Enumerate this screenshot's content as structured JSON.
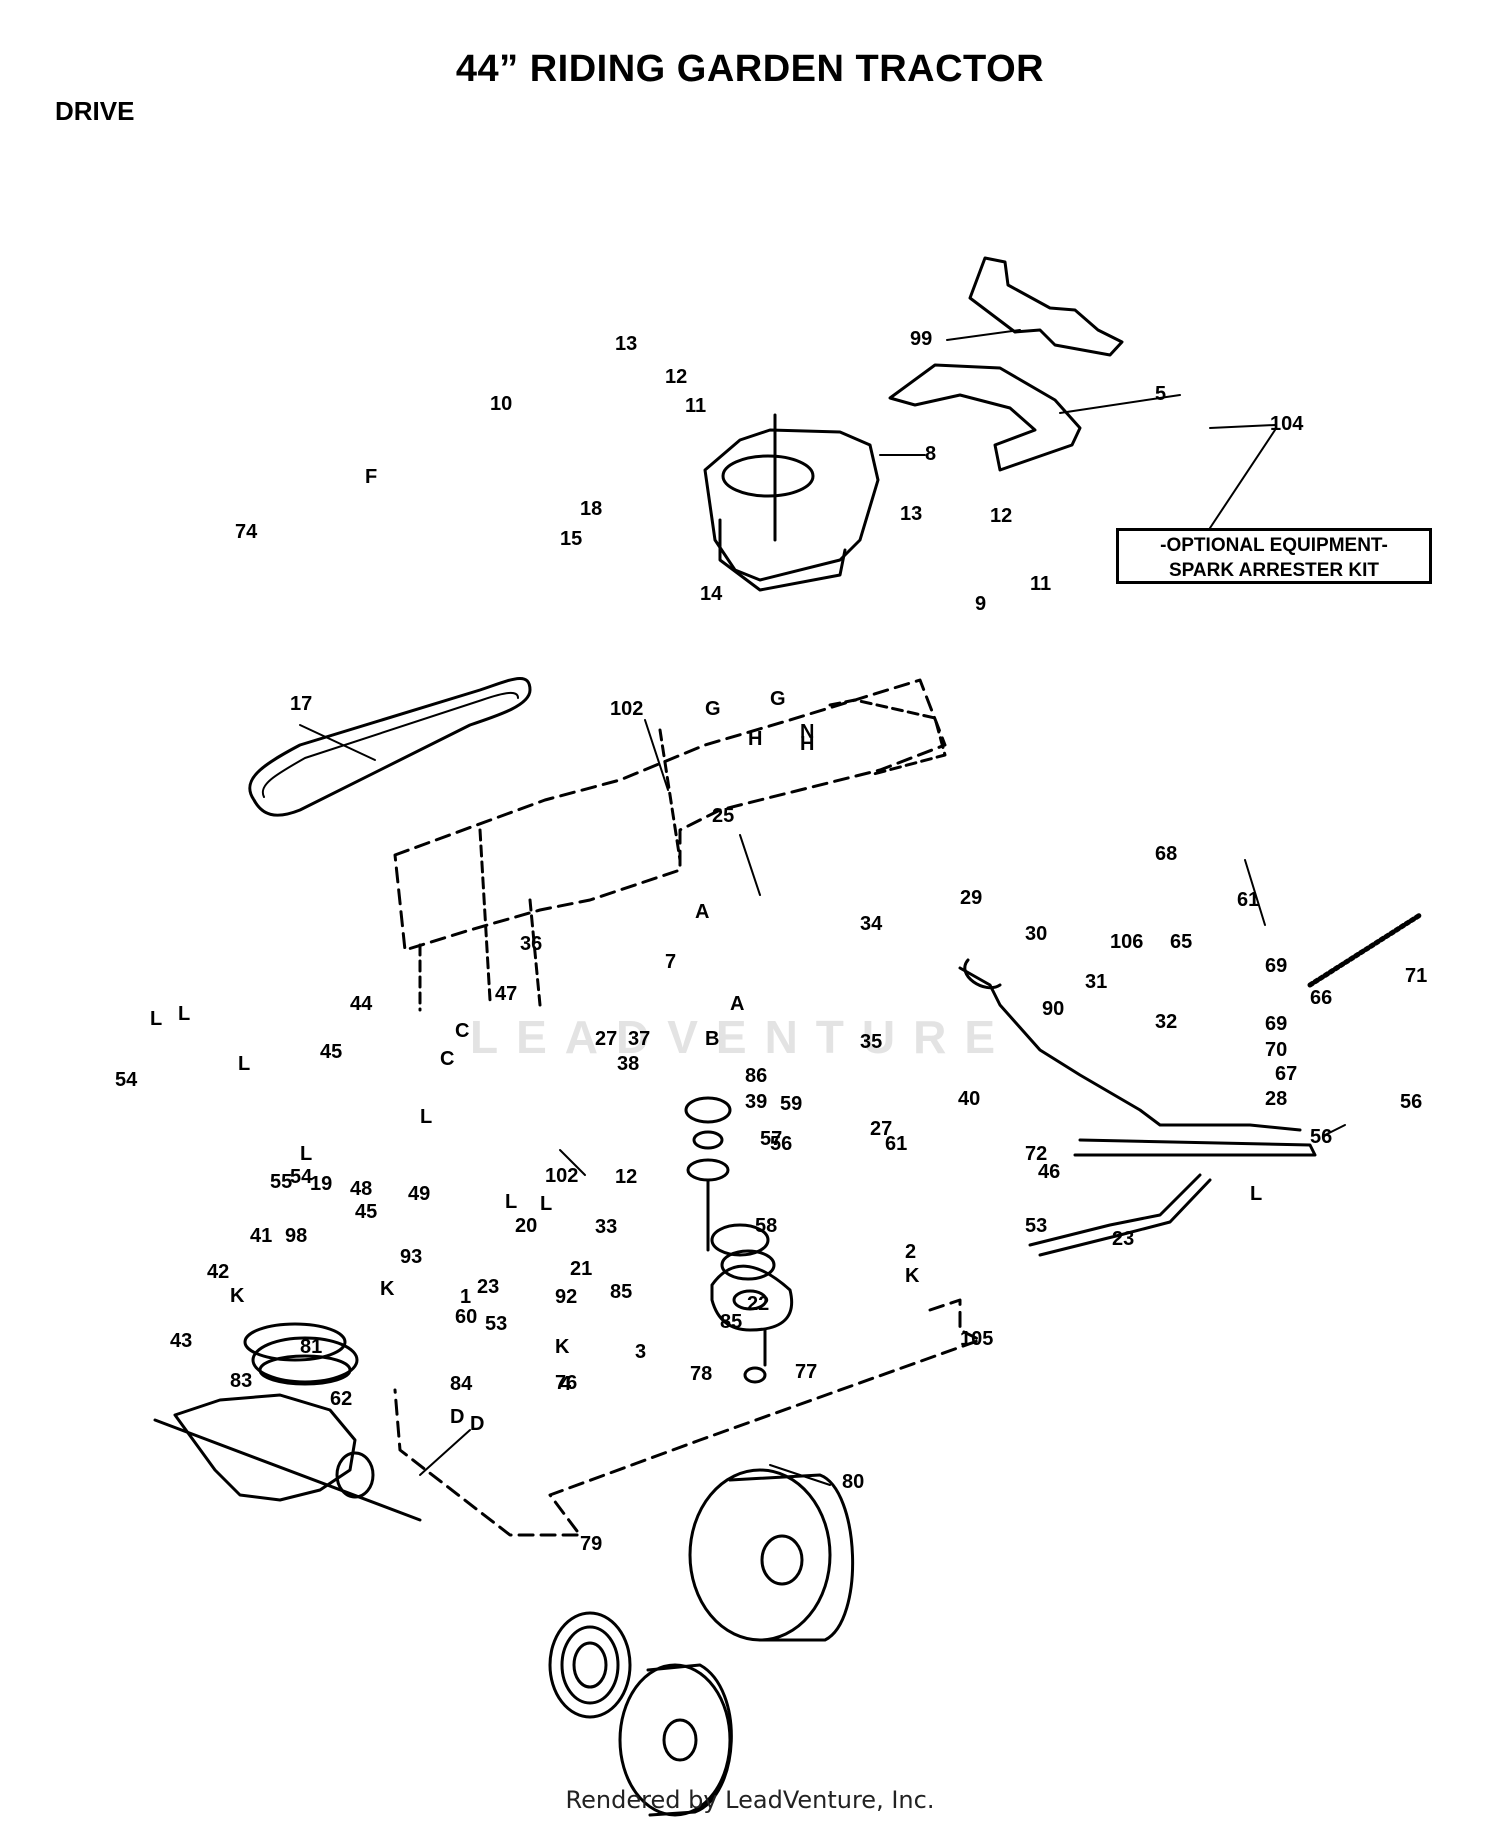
{
  "header": {
    "title": "44” RIDING GARDEN TRACTOR",
    "section": "DRIVE"
  },
  "optional_box": {
    "line1": "-OPTIONAL EQUIPMENT-",
    "line2": "SPARK ARRESTER KIT"
  },
  "watermark": "LEADVENTURE",
  "footer": "Rendered by LeadVenture, Inc.",
  "part_numbers": [
    "99",
    "5",
    "104",
    "8",
    "13",
    "12",
    "10",
    "11",
    "74",
    "F",
    "18",
    "15",
    "14",
    "13",
    "12",
    "11",
    "9",
    "17",
    "102",
    "G",
    "G",
    "H",
    "H",
    "N",
    "25",
    "68",
    "61",
    "29",
    "30",
    "65",
    "69",
    "71",
    "34",
    "7",
    "A",
    "A",
    "106",
    "90",
    "66",
    "36",
    "31",
    "32",
    "69",
    "70",
    "67",
    "28",
    "56",
    "44",
    "47",
    "L",
    "L",
    "L",
    "54",
    "45",
    "C",
    "C",
    "37",
    "27",
    "B",
    "38",
    "35",
    "86",
    "39",
    "27",
    "59",
    "57",
    "61",
    "40",
    "72",
    "56",
    "56",
    "46",
    "L",
    "L",
    "L",
    "54",
    "48",
    "19",
    "45",
    "102",
    "12",
    "49",
    "55",
    "L",
    "L",
    "20",
    "41",
    "98",
    "33",
    "58",
    "53",
    "2",
    "K",
    "23",
    "93",
    "42",
    "K",
    "1",
    "92",
    "21",
    "22",
    "23",
    "43",
    "60",
    "85",
    "3",
    "53",
    "K",
    "K",
    "85",
    "78",
    "77",
    "105",
    "76",
    "81",
    "62",
    "83",
    "84",
    "4",
    "D",
    "D",
    "80",
    "79"
  ]
}
